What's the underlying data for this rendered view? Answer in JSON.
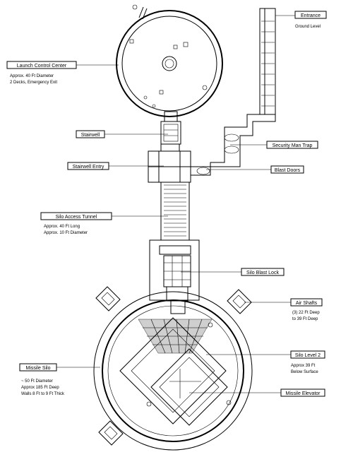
{
  "labels": {
    "entrance": "Entrance",
    "ground_level": "Ground Level",
    "lcc": "Launch Control Center",
    "lcc_desc_1": "Approx. 40 Ft Diameter",
    "lcc_desc_2": "2 Decks, Emergency Exit",
    "stairwell": "Stairwell",
    "security_man_trap": "Security Man Trap",
    "stairwell_entry": "Stairwell Entry",
    "blast_doors": "Blast Doors",
    "silo_access_tunnel": "Silo Access Tunnel",
    "tunnel_desc_1": "Approx. 40 Ft Long",
    "tunnel_desc_2": "Approx. 10 Ft Diameter",
    "silo_blast_lock": "Silo Blast Lock",
    "air_shafts": "Air Shafts",
    "air_desc_1": "(3) 22 Ft Deep",
    "air_desc_2": "to 39 Ft Deep",
    "silo_level_2": "Silo Level 2",
    "level2_desc_1": "Approx 39 Ft",
    "level2_desc_2": "Below Surface",
    "missile_silo": "Missile Silo",
    "silo_desc_1": "~ 50 Ft Diameter",
    "silo_desc_2": "Approx 185 Ft Deep",
    "silo_desc_3": "Walls 8 Ft to 9 Ft Thick",
    "missile_elevator": "Missile Elevator"
  }
}
